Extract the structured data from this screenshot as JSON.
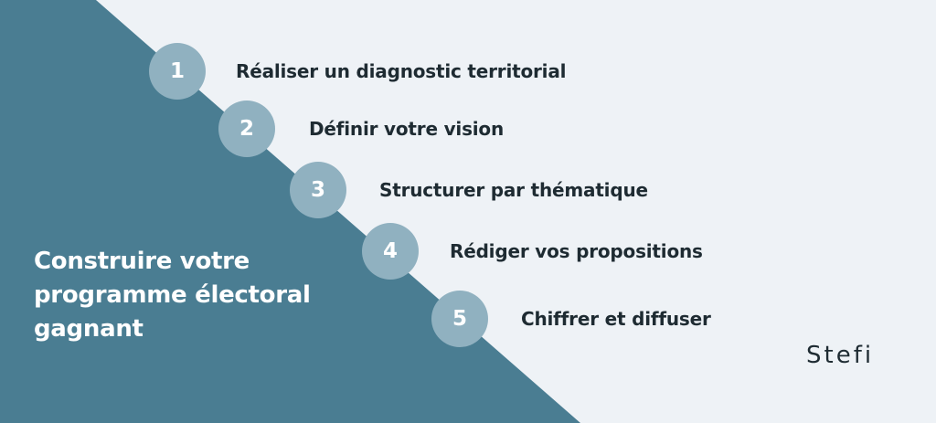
{
  "title": "Construire votre programme électoral gagnant",
  "steps": [
    {
      "number": "1",
      "label": "Réaliser un diagnostic territorial"
    },
    {
      "number": "2",
      "label": "Définir votre vision"
    },
    {
      "number": "3",
      "label": "Structurer par thématique"
    },
    {
      "number": "4",
      "label": "Rédiger vos propositions"
    },
    {
      "number": "5",
      "label": "Chiffrer et diffuser"
    }
  ],
  "logo": "Stefi",
  "colors": {
    "background": "#eef2f6",
    "panel": "#4a7d92",
    "circle": "#90b1c0",
    "text": "#1e2b32"
  }
}
